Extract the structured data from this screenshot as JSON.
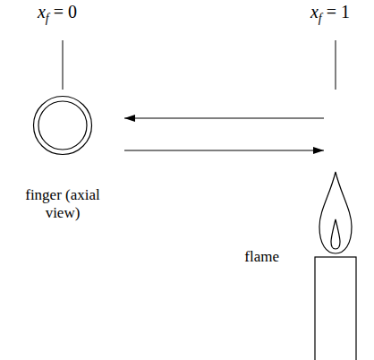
{
  "diagram": {
    "nodes": [
      {
        "text": [
          "finger (axial view)"
        ]
      },
      {
        "text": [
          "flame"
        ]
      }
    ],
    "edges": [
      {
        "from": 1,
        "to": 0,
        "arrow": "to"
      },
      {
        "from": 0,
        "to": 1,
        "arrow": "to"
      }
    ],
    "labels": [
      "xf = 0",
      "xf = 1"
    ]
  }
}
